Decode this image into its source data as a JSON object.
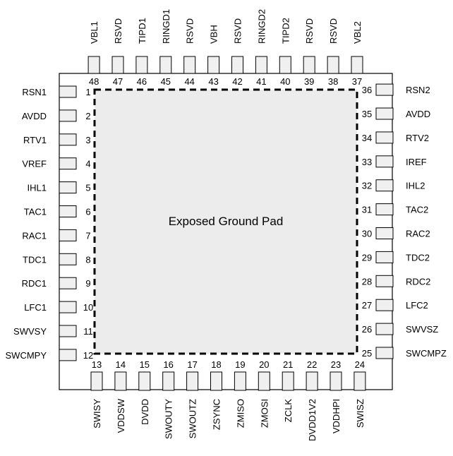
{
  "center_label": "Exposed Ground Pad",
  "colors": {
    "pad_fill": "#ececec",
    "pin_fill": "#f0f0f0",
    "outline": "#000000"
  },
  "pins": {
    "left": [
      {
        "num": "1",
        "name": "RSN1"
      },
      {
        "num": "2",
        "name": "AVDD"
      },
      {
        "num": "3",
        "name": "RTV1"
      },
      {
        "num": "4",
        "name": "VREF"
      },
      {
        "num": "5",
        "name": "IHL1"
      },
      {
        "num": "6",
        "name": "TAC1"
      },
      {
        "num": "7",
        "name": "RAC1"
      },
      {
        "num": "8",
        "name": "TDC1"
      },
      {
        "num": "9",
        "name": "RDC1"
      },
      {
        "num": "10",
        "name": "LFC1"
      },
      {
        "num": "11",
        "name": "SWVSY"
      },
      {
        "num": "12",
        "name": "SWCMPY"
      }
    ],
    "bottom": [
      {
        "num": "13",
        "name": "SWISY"
      },
      {
        "num": "14",
        "name": "VDDSW"
      },
      {
        "num": "15",
        "name": "DVDD"
      },
      {
        "num": "16",
        "name": "SWOUTY"
      },
      {
        "num": "17",
        "name": "SWOUTZ"
      },
      {
        "num": "18",
        "name": "ZSYNC"
      },
      {
        "num": "19",
        "name": "ZMISO"
      },
      {
        "num": "20",
        "name": "ZMOSI"
      },
      {
        "num": "21",
        "name": "ZCLK"
      },
      {
        "num": "22",
        "name": "DVDD1V2"
      },
      {
        "num": "23",
        "name": "VDDHPI"
      },
      {
        "num": "24",
        "name": "SWISZ"
      }
    ],
    "right": [
      {
        "num": "25",
        "name": "SWCMPZ"
      },
      {
        "num": "26",
        "name": "SWVSZ"
      },
      {
        "num": "27",
        "name": "LFC2"
      },
      {
        "num": "28",
        "name": "RDC2"
      },
      {
        "num": "29",
        "name": "TDC2"
      },
      {
        "num": "30",
        "name": "RAC2"
      },
      {
        "num": "31",
        "name": "TAC2"
      },
      {
        "num": "32",
        "name": "IHL2"
      },
      {
        "num": "33",
        "name": "IREF"
      },
      {
        "num": "34",
        "name": "RTV2"
      },
      {
        "num": "35",
        "name": "AVDD"
      },
      {
        "num": "36",
        "name": "RSN2"
      }
    ],
    "top": [
      {
        "num": "37",
        "name": "VBL2"
      },
      {
        "num": "38",
        "name": "RSVD"
      },
      {
        "num": "39",
        "name": "RSVD"
      },
      {
        "num": "40",
        "name": "TIPD2"
      },
      {
        "num": "41",
        "name": "RINGD2"
      },
      {
        "num": "42",
        "name": "RSVD"
      },
      {
        "num": "43",
        "name": "VBH"
      },
      {
        "num": "44",
        "name": "RSVD"
      },
      {
        "num": "45",
        "name": "RINGD1"
      },
      {
        "num": "46",
        "name": "TIPD1"
      },
      {
        "num": "47",
        "name": "RSVD"
      },
      {
        "num": "48",
        "name": "VBL1"
      }
    ]
  }
}
